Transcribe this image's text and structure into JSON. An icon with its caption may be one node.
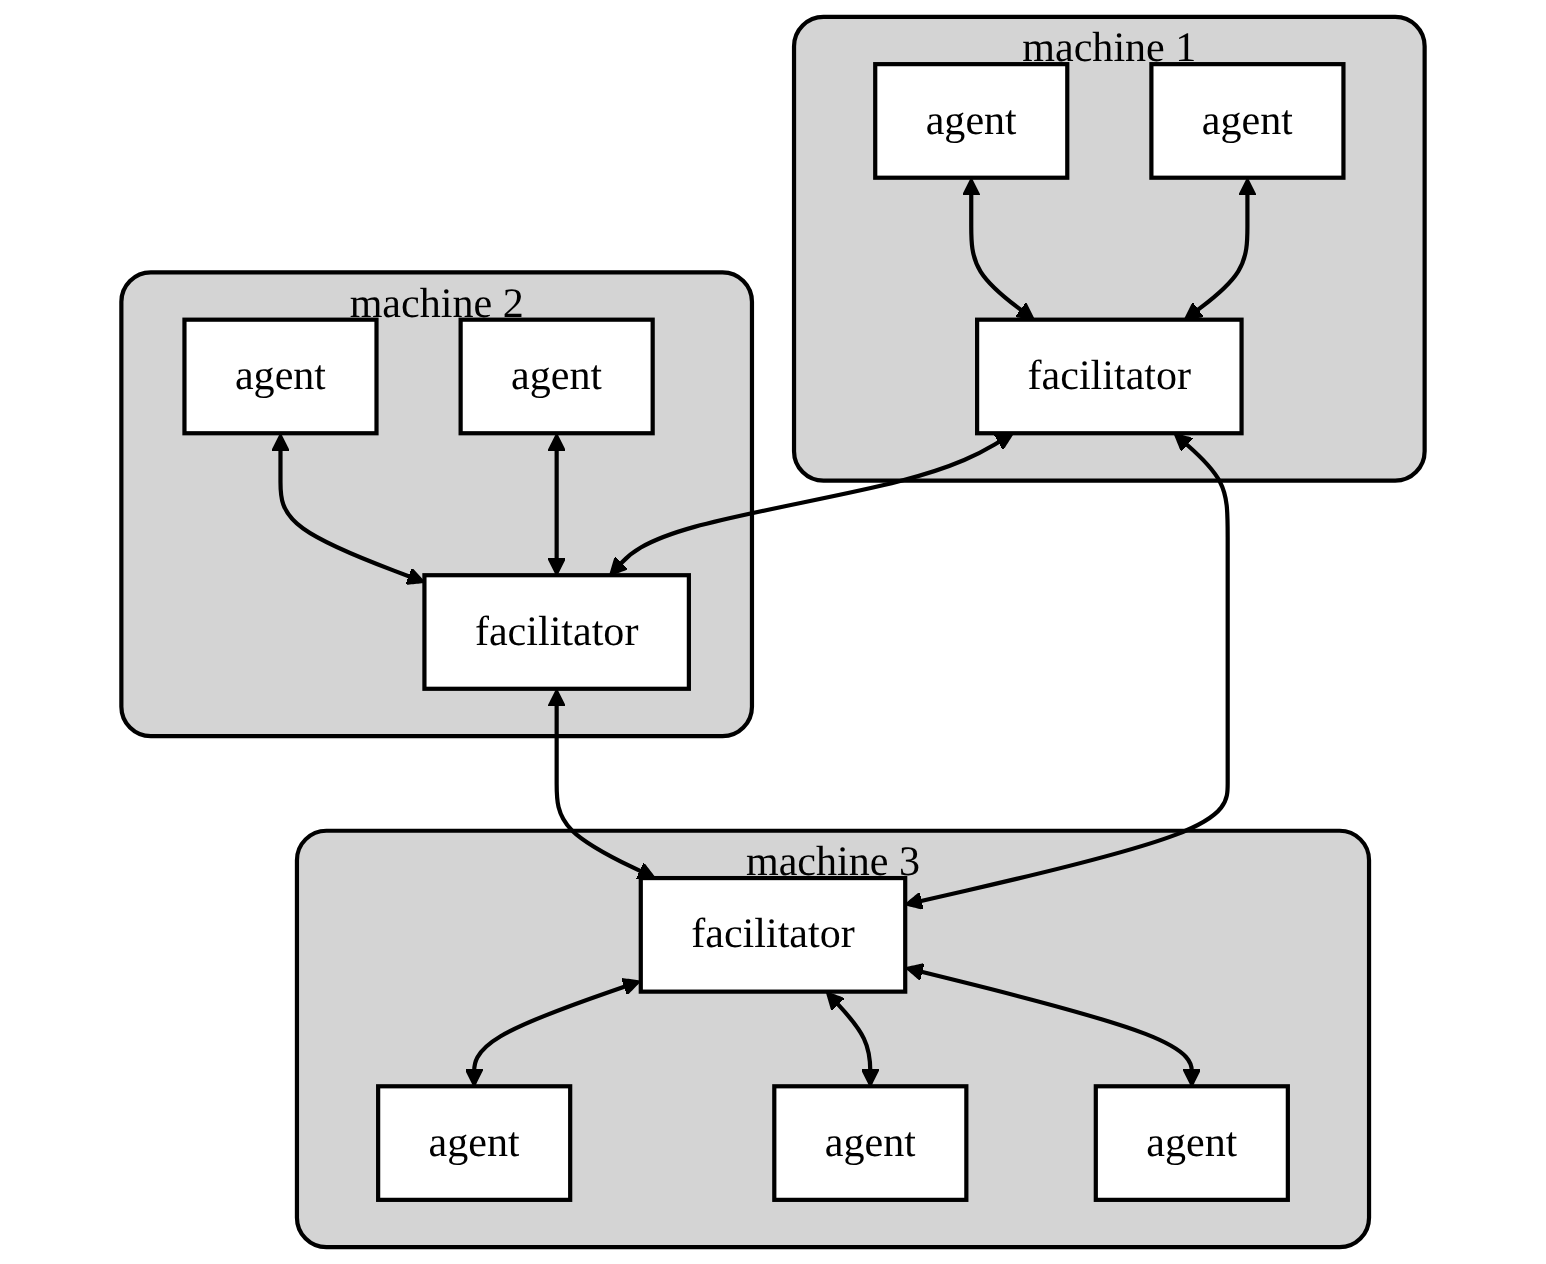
{
  "diagram": {
    "nodes": [
      {
        "text": [
          "machine 1"
        ]
      },
      {
        "text": [
          "agent"
        ],
        "in": 0
      },
      {
        "text": [
          "agent"
        ],
        "in": 0
      },
      {
        "text": [
          "facilitator"
        ],
        "in": 0
      },
      {
        "text": [
          "machine 2"
        ]
      },
      {
        "text": [
          "agent"
        ],
        "in": 4
      },
      {
        "text": [
          "agent"
        ],
        "in": 4
      },
      {
        "text": [
          "facilitator"
        ],
        "in": 4
      },
      {
        "text": [
          "machine 3"
        ]
      },
      {
        "text": [
          "facilitator"
        ],
        "in": 8
      },
      {
        "text": [
          "agent"
        ],
        "in": 8
      },
      {
        "text": [
          "agent"
        ],
        "in": 8
      },
      {
        "text": [
          "agent"
        ],
        "in": 8
      }
    ],
    "edges": [
      {
        "from": 1,
        "to": 3,
        "arrow": "both"
      },
      {
        "from": 2,
        "to": 3,
        "arrow": "both"
      },
      {
        "from": 5,
        "to": 7,
        "arrow": "both"
      },
      {
        "from": 6,
        "to": 7,
        "arrow": "both"
      },
      {
        "from": 9,
        "to": 10,
        "arrow": "both"
      },
      {
        "from": 9,
        "to": 11,
        "arrow": "both"
      },
      {
        "from": 9,
        "to": 12,
        "arrow": "both"
      },
      {
        "from": 3,
        "to": 9,
        "arrow": "both"
      },
      {
        "from": 7,
        "to": 9,
        "arrow": "both"
      },
      {
        "from": 3,
        "to": 7,
        "arrow": "both"
      }
    ]
  }
}
